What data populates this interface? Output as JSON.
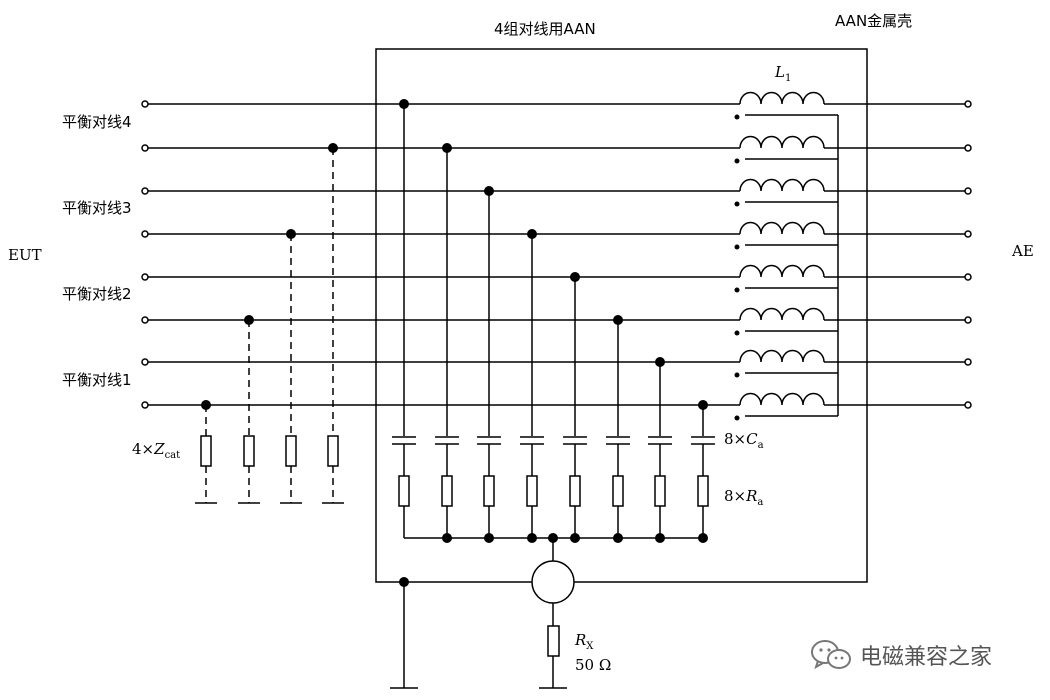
{
  "labels": {
    "aan_title": "4组对线用AAN",
    "enclosure": "AAN金属壳",
    "eut": "EUT",
    "ae": "AE",
    "pair4": "平衡对线4",
    "pair3": "平衡对线3",
    "pair2": "平衡对线2",
    "pair1": "平衡对线1",
    "inductor_letter": "L",
    "inductor_sub": "1",
    "zcat_prefix": "4×",
    "zcat_letter": "Z",
    "zcat_sub": "cat",
    "ca_prefix": "8×",
    "ca_letter": "C",
    "ca_sub": "a",
    "ra_prefix": "8×",
    "ra_letter": "R",
    "ra_sub": "a",
    "rx_letter": "R",
    "rx_sub": "X",
    "rx_value": "50 Ω"
  },
  "watermark": {
    "text": "电磁兼容之家",
    "icon": "wechat-icon"
  },
  "colors": {
    "line": "#000000",
    "watermark": "#555555"
  }
}
